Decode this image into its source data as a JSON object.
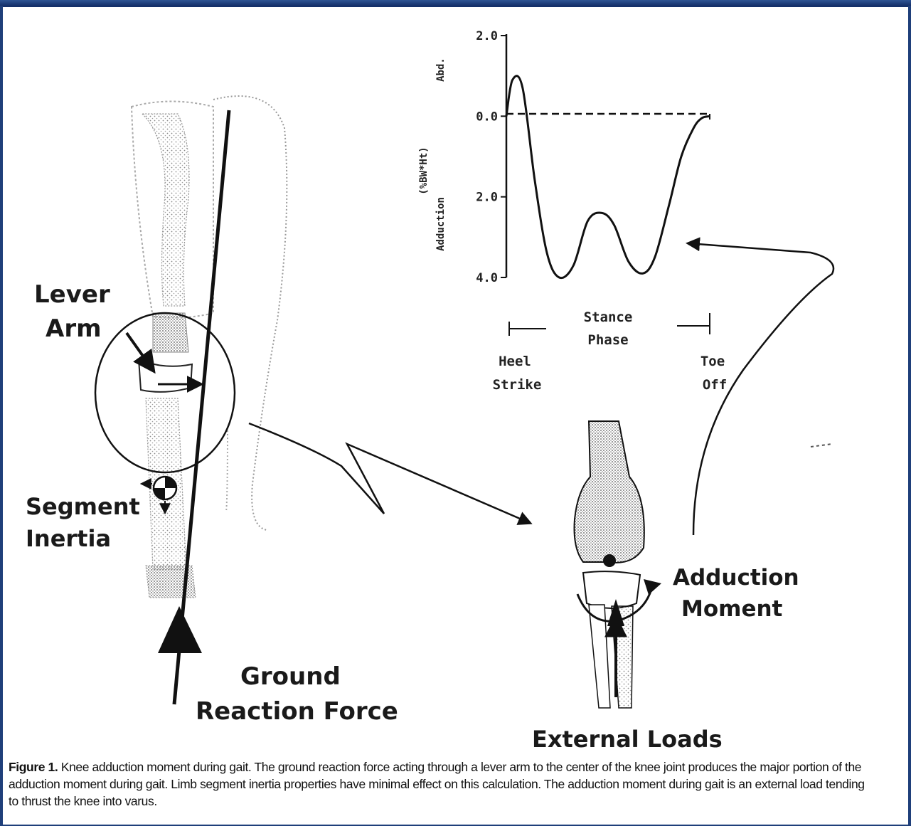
{
  "figure": {
    "labels": {
      "lever_arm_line1": "Lever",
      "lever_arm_line2": "Arm",
      "segment_inertia_line1": "Segment",
      "segment_inertia_line2": "Inertia",
      "grf_line1": "Ground",
      "grf_line2": "Reaction Force",
      "external_loads": "External Loads",
      "adduction_moment_line1": "Adduction",
      "adduction_moment_line2": "Moment"
    },
    "chart": {
      "ylabel_units": "(%BW*Ht)",
      "ylabel_adduction": "Adduction",
      "ylabel_abd": "Abd.",
      "yticks": [
        "2.0",
        "0.0",
        "2.0",
        "4.0"
      ],
      "stance_line1": "Stance",
      "stance_line2": "Phase",
      "heel_line1": "Heel",
      "heel_line2": "Strike",
      "toe_line1": "Toe",
      "toe_line2": "Off"
    },
    "caption_lead": "Figure 1.",
    "caption_text": "Knee adduction moment during gait. The ground reaction force acting through a lever arm to the center of the knee joint produces the major portion of the adduction moment during gait. Limb segment inertia properties have minimal effect on this calculation. The adduction moment during gait is an external load tending to thrust the knee into varus."
  },
  "chart_data": {
    "type": "line",
    "title": "",
    "xlabel": "Stance Phase",
    "ylabel": "(%BW*Ht) Adduction / Abd.",
    "ytick_labels": [
      "2.0",
      "0.0",
      "2.0",
      "4.0"
    ],
    "ylim": [
      -4.0,
      2.0
    ],
    "x_range_note": "Heel Strike to Toe Off",
    "series": [
      {
        "x": [
          0,
          3,
          8,
          14,
          20,
          26,
          33,
          40,
          47,
          53,
          60,
          67,
          73,
          80,
          86,
          92,
          96,
          100
        ],
        "values": [
          0.0,
          0.9,
          0.7,
          -1.6,
          -3.4,
          -4.0,
          -3.7,
          -2.6,
          -2.4,
          -2.7,
          -3.6,
          -3.9,
          -3.5,
          -2.2,
          -1.0,
          -0.3,
          -0.05,
          0.0
        ]
      }
    ],
    "grid": false
  }
}
